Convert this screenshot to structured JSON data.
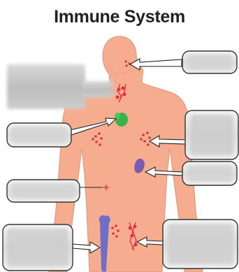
{
  "title": "Immune System",
  "colors": {
    "body": "#f6ad8f",
    "body_outline": "#c98a70",
    "thymus": "#38b24a",
    "spleen": "#7b5bb0",
    "bone": "#6f6fc8",
    "lymph": "#e0303b",
    "label_border": "#3a3a3a",
    "label_fill": "#eaeaea"
  },
  "labels": [
    {
      "id": "tonsils-adenoids",
      "text": ""
    },
    {
      "id": "lymph-nodes-neck",
      "text": ""
    },
    {
      "id": "thymus",
      "text": ""
    },
    {
      "id": "lymph-nodes-chest",
      "text": ""
    },
    {
      "id": "spleen",
      "text": ""
    },
    {
      "id": "peyers-patches",
      "text": ""
    },
    {
      "id": "bone-marrow",
      "text": ""
    },
    {
      "id": "lymphatic-vessels",
      "text": ""
    }
  ]
}
